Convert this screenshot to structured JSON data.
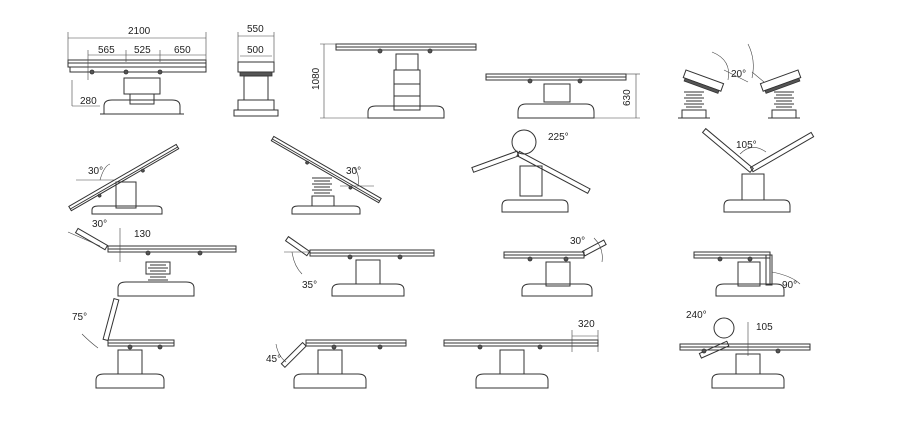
{
  "dimensions": {
    "total_length": "2100",
    "head_section": "565",
    "back_section": "525",
    "leg_section": "650",
    "head_offset": "280",
    "width_outer": "550",
    "width_inner": "500",
    "height_max": "1080",
    "height_min": "630",
    "head_extension": "130",
    "slide_range": "320",
    "back_offset": "105"
  },
  "angles": {
    "lateral_tilt": "20°",
    "trendelenburg": "30°",
    "reverse_trendelenburg": "30°",
    "flex": "225°",
    "reflex": "105°",
    "head_up": "30°",
    "leg_down": "35°",
    "leg_up": "30°",
    "leg_fold": "90°",
    "head_tilt": "75°",
    "head_down": "45°",
    "back_rotate": "240°"
  },
  "colors": {
    "line": "#333333",
    "text": "#222222",
    "background": "#ffffff"
  }
}
